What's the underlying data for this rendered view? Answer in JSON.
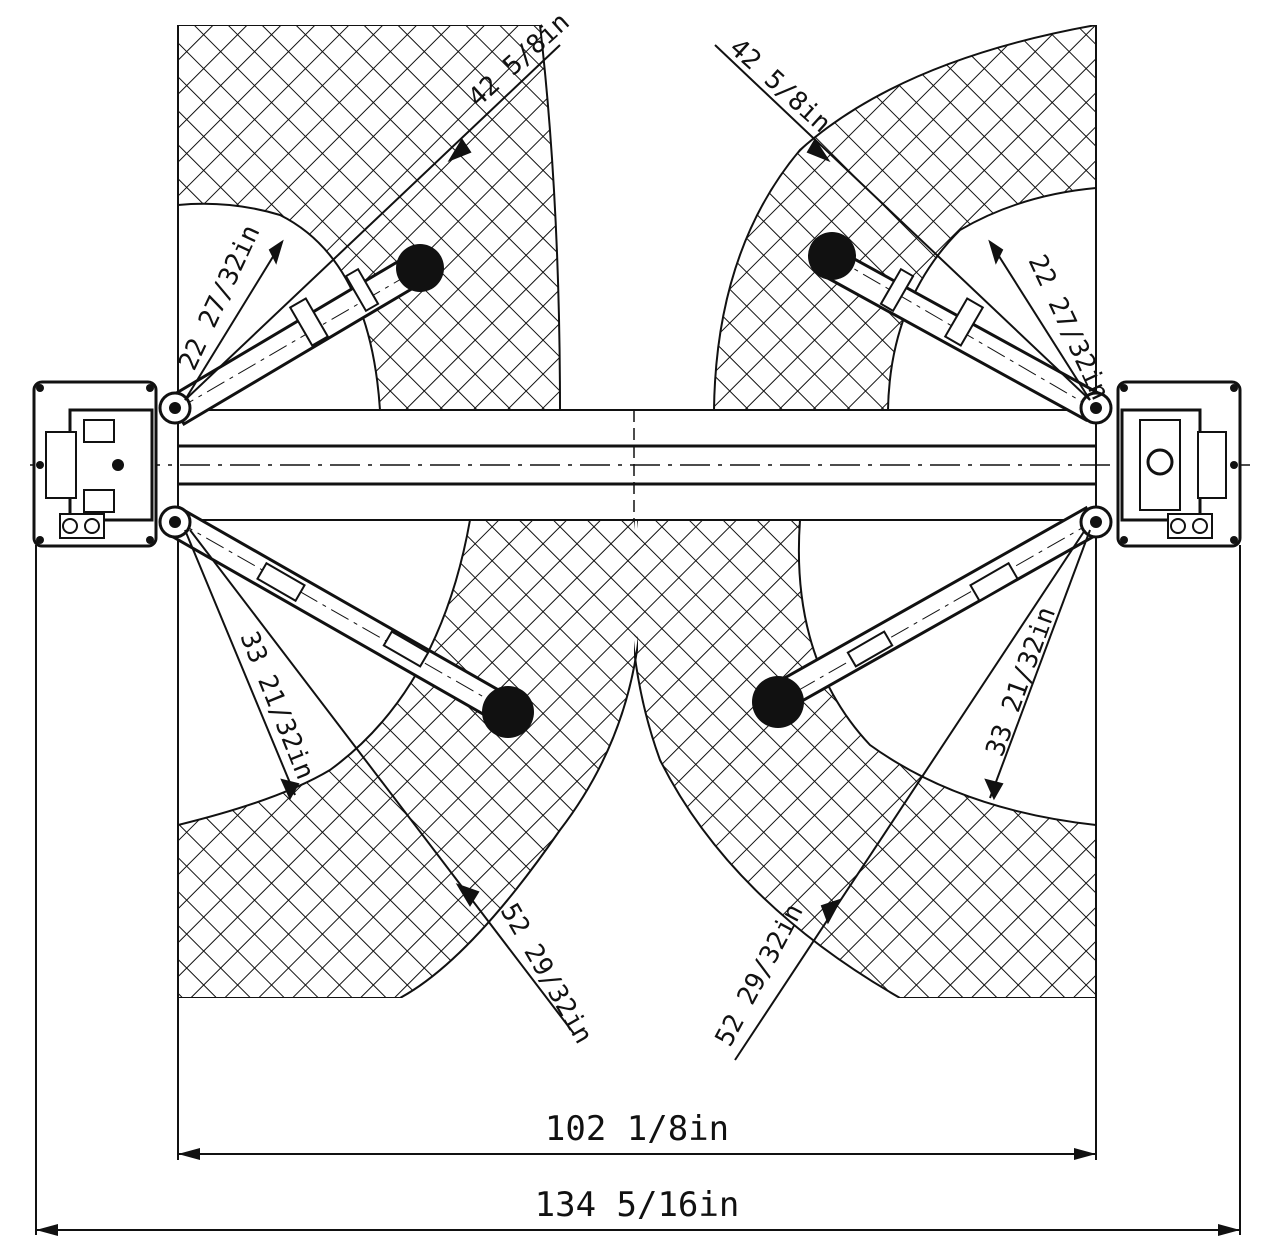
{
  "diagram": {
    "dimensions": {
      "outer_width": "134 5/16in",
      "inner_width": "102 1/8in",
      "arm_reach_top_left": "42 5/8in",
      "arm_reach_top_right": "42 5/8in",
      "short_arm_left": "22 27/32in",
      "short_arm_right": "22 27/32in",
      "long_arm_min_left": "33 21/32in",
      "long_arm_min_right": "33 21/32in",
      "long_arm_max_left": "52 29/32in",
      "long_arm_max_right": "52 29/32in"
    },
    "colors": {
      "ink": "#111111",
      "background": "#ffffff"
    }
  }
}
